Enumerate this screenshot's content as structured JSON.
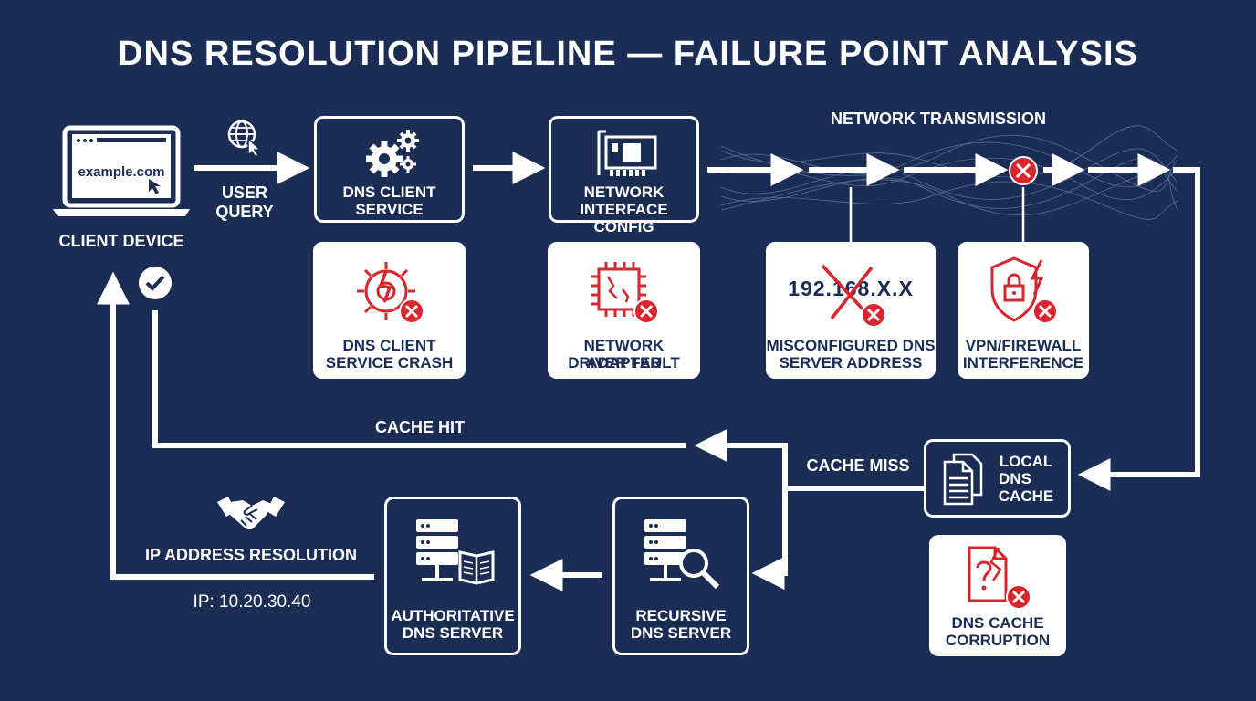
{
  "title": "DNS RESOLUTION PIPELINE — FAILURE POINT ANALYSIS",
  "colors": {
    "background": "#1b2d54",
    "line": "#ffffff",
    "fault_red": "#d7262e",
    "card_white": "#ffffff"
  },
  "client": {
    "label": "CLIENT DEVICE",
    "screen_url": "example.com",
    "query_label": [
      "USER",
      "QUERY"
    ]
  },
  "nodes": {
    "dns_client": [
      "DNS CLIENT",
      "SERVICE"
    ],
    "network_interface": [
      "NETWORK",
      "INTERFACE CONFIG"
    ],
    "local_cache": [
      "LOCAL",
      "DNS",
      "CACHE"
    ],
    "recursive": [
      "RECURSIVE",
      "DNS SERVER"
    ],
    "authoritative": [
      "AUTHORITATIVE",
      "DNS SERVER"
    ]
  },
  "network_transmission_label": "NETWORK TRANSMISSION",
  "faults": {
    "dns_client_crash": [
      "DNS CLIENT",
      "SERVICE CRASH"
    ],
    "adapter_driver": [
      "NETWORK ADAPTER",
      "DRIVER FAULT"
    ],
    "misconfigured": [
      "MISCONFIGURED DNS",
      "SERVER ADDRESS"
    ],
    "misconfigured_ip": "192.168.X.X",
    "vpn_firewall": [
      "VPN/FIREWALL",
      "INTERFERENCE"
    ],
    "cache_corruption": [
      "DNS CACHE",
      "CORRUPTION"
    ]
  },
  "flow_labels": {
    "cache_hit": "CACHE HIT",
    "cache_miss": "CACHE MISS",
    "ip_resolution": "IP ADDRESS RESOLUTION",
    "ip_value": "IP: 10.20.30.40"
  },
  "icons": [
    "laptop-icon",
    "globe-cursor-icon",
    "gears-icon",
    "network-card-icon",
    "broken-gear-icon",
    "chip-fault-icon",
    "shield-lock-icon",
    "documents-icon",
    "broken-document-icon",
    "server-magnifier-icon",
    "server-book-icon",
    "handshake-icon",
    "checkmark-icon",
    "error-x-icon"
  ]
}
